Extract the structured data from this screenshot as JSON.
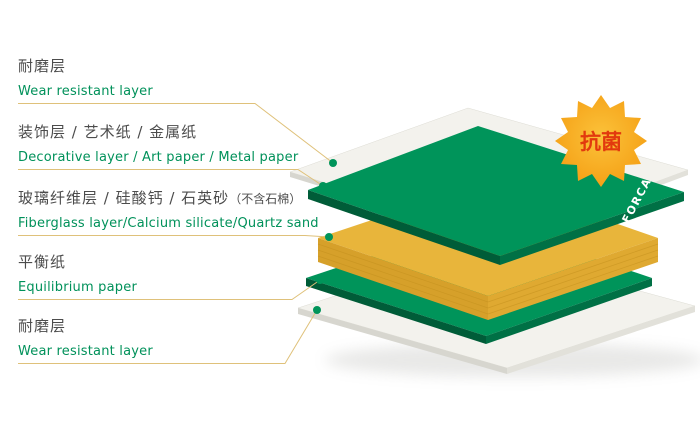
{
  "labels": [
    {
      "zh": "耐磨层",
      "en": "Wear resistant layer"
    },
    {
      "zh": "装饰层 / 艺术纸 / 金属纸",
      "en": "Decorative layer / Art paper / Metal paper"
    },
    {
      "zh": "玻璃纤维层 / 硅酸钙 / 石英砂",
      "zh_note": "（不含石棉）",
      "en": "Fiberglass layer/Calcium silicate/Quartz sand"
    },
    {
      "zh": "平衡纸",
      "en": "Equilibrium paper"
    },
    {
      "zh": "耐磨层",
      "en": "Wear resistant layer"
    }
  ],
  "badge": {
    "label": "抗菌"
  },
  "watermark": {
    "label": "FORCA"
  },
  "colors": {
    "green_top": "#00945a",
    "green_side_left": "#005c38",
    "green_side_right": "#007045",
    "yellow_top": "#e8b53b",
    "yellow_side_left": "#d6a02a",
    "yellow_side_right": "#dfa931",
    "yellow_stripe": "#c28f1e",
    "white_top": "#f3f2ed",
    "white_side_left": "#d7d6cf",
    "white_side_right": "#e2e1da",
    "leader_line": "#dfc17a",
    "dot": "#00945a",
    "label_zh": "#4c4c4c",
    "label_en": "#00915a",
    "badge_fill": "#f6a81c",
    "badge_text": "#e23a0e",
    "watermark_text": "#ffffff"
  }
}
